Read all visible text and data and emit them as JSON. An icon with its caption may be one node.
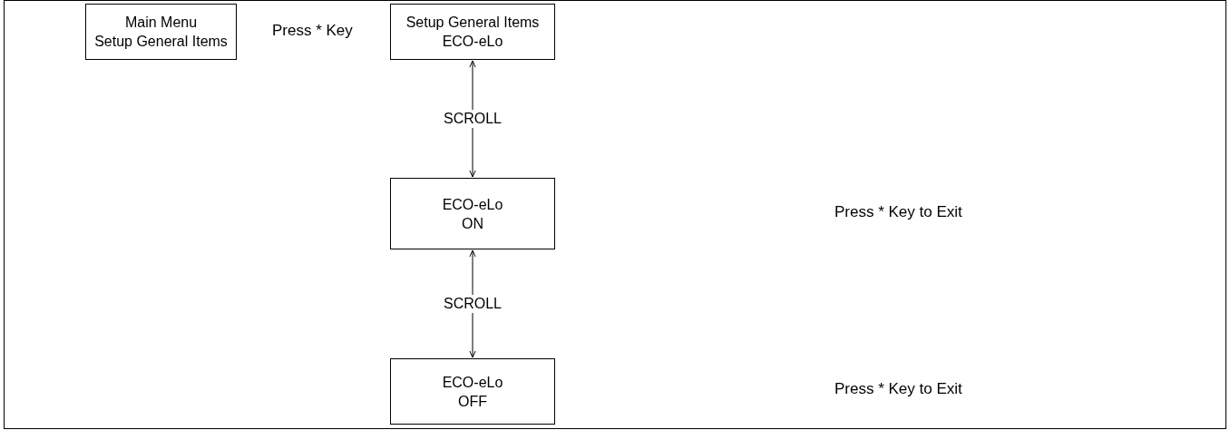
{
  "diagram": {
    "nodes": [
      {
        "text": [
          "Main Menu",
          "Setup General Items"
        ]
      },
      {
        "text": [
          "Setup General Items",
          "ECO-eLo"
        ]
      },
      {
        "text": [
          "ECO-eLo",
          "ON"
        ]
      },
      {
        "text": [
          "ECO-eLo",
          "OFF"
        ]
      }
    ],
    "edges": [
      {
        "from": 1,
        "to": 2,
        "arrow": "both",
        "label": "SCROLL"
      },
      {
        "from": 2,
        "to": 3,
        "arrow": "both",
        "label": "SCROLL"
      }
    ],
    "labels": [
      "Press * Key",
      "Press * Key to Exit",
      "Press * Key to Exit"
    ]
  }
}
